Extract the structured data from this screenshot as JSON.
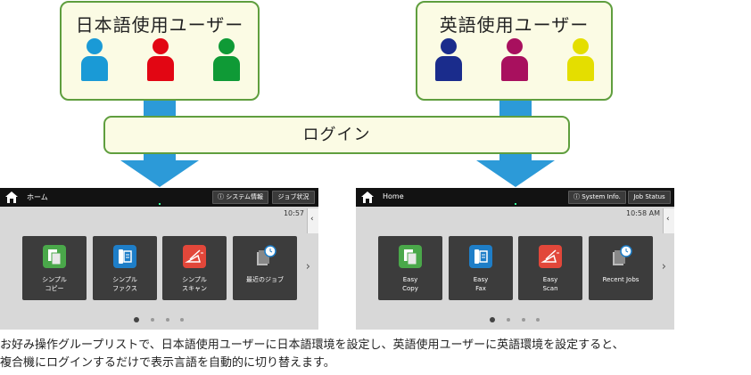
{
  "groups": {
    "japanese": {
      "title": "日本語使用ユーザー",
      "person_colors": [
        "#1a9ad6",
        "#e20613",
        "#0f9a36"
      ]
    },
    "english": {
      "title": "英語使用ユーザー",
      "person_colors": [
        "#1a2c8c",
        "#a8105e",
        "#e4de00"
      ]
    }
  },
  "login_label": "ログイン",
  "colors": {
    "box_border": "#5f9e3e",
    "box_fill": "#fbfbe4",
    "arrow": "#2c9ad8"
  },
  "screens": {
    "japanese": {
      "home_label": "ホーム",
      "info_button": "ⓘ システム情報",
      "job_button": "ジョブ状況",
      "clock": "10:57",
      "tiles": [
        {
          "label": "シンプル\nコピー",
          "icon": "copy-icon",
          "color": "#4aa84a"
        },
        {
          "label": "シンプル\nファクス",
          "icon": "fax-icon",
          "color": "#1e7ec8"
        },
        {
          "label": "シンプル\nスキャン",
          "icon": "scan-icon",
          "color": "#e2473a"
        },
        {
          "label": "最近のジョブ",
          "icon": "recent-jobs-icon",
          "color": "#3c3c3c"
        }
      ]
    },
    "english": {
      "home_label": "Home",
      "info_button": "ⓘ System Info.",
      "job_button": "Job Status",
      "clock": "10:58 AM",
      "tiles": [
        {
          "label": "Easy\nCopy",
          "icon": "copy-icon",
          "color": "#4aa84a"
        },
        {
          "label": "Easy\nFax",
          "icon": "fax-icon",
          "color": "#1e7ec8"
        },
        {
          "label": "Easy\nScan",
          "icon": "scan-icon",
          "color": "#e2473a"
        },
        {
          "label": "Recent Jobs",
          "icon": "recent-jobs-icon",
          "color": "#3c3c3c"
        }
      ]
    }
  },
  "caption": {
    "line1": "お好み操作グループリストで、日本語使用ユーザーに日本語環境を設定し、英語使用ユーザーに英語環境を設定すると、",
    "line2": "複合機にログインするだけで表示言語を自動的に切り替えます。"
  }
}
